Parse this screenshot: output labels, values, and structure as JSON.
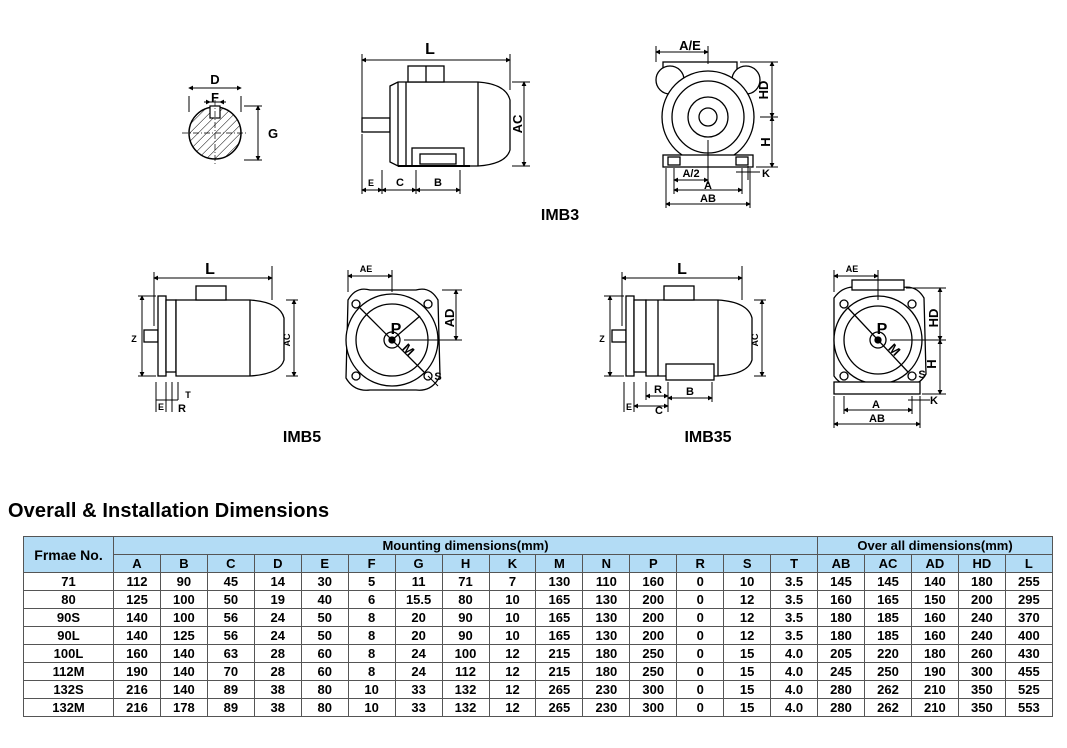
{
  "section_title": "Overall & Installation Dimensions",
  "diagram_captions": {
    "imb3": "IMB3",
    "imb5": "IMB5",
    "imb35": "IMB35"
  },
  "diagram_labels": {
    "shaft": {
      "d": "D",
      "f": "F",
      "g": "G"
    },
    "imb3_side": {
      "l": "L",
      "ac": "AC",
      "e": "E",
      "c": "C",
      "b": "B"
    },
    "imb3_front": {
      "ae": "A/E",
      "hd": "HD",
      "h": "H",
      "a2": "A/2",
      "a": "A",
      "ab": "AB",
      "k": "K"
    },
    "imb5_side": {
      "l": "L",
      "z": "Z",
      "ac": "AC",
      "e": "E",
      "r": "R",
      "t": "T"
    },
    "imb5_front": {
      "ae": "AE",
      "ad": "AD",
      "p": "P",
      "m": "M",
      "s": "S"
    },
    "imb35_side": {
      "l": "L",
      "z": "Z",
      "ac": "AC",
      "e": "E",
      "c": "C",
      "r": "R",
      "b": "B"
    },
    "imb35_front": {
      "ae": "AE",
      "hd": "HD",
      "h": "H",
      "s": "S",
      "p": "P",
      "m": "M",
      "a": "A",
      "ab": "AB",
      "k": "K"
    }
  },
  "table": {
    "frame_header": "Frmae No.",
    "group_mounting": "Mounting dimensions(mm)",
    "group_overall": "Over all dimensions(mm)",
    "mounting_columns": [
      "A",
      "B",
      "C",
      "D",
      "E",
      "F",
      "G",
      "H",
      "K",
      "M",
      "N",
      "P",
      "R",
      "S",
      "T"
    ],
    "overall_columns": [
      "AB",
      "AC",
      "AD",
      "HD",
      "L"
    ],
    "rows": [
      [
        "71",
        "112",
        "90",
        "45",
        "14",
        "30",
        "5",
        "11",
        "71",
        "7",
        "130",
        "110",
        "160",
        "0",
        "10",
        "3.5",
        "145",
        "145",
        "140",
        "180",
        "255"
      ],
      [
        "80",
        "125",
        "100",
        "50",
        "19",
        "40",
        "6",
        "15.5",
        "80",
        "10",
        "165",
        "130",
        "200",
        "0",
        "12",
        "3.5",
        "160",
        "165",
        "150",
        "200",
        "295"
      ],
      [
        "90S",
        "140",
        "100",
        "56",
        "24",
        "50",
        "8",
        "20",
        "90",
        "10",
        "165",
        "130",
        "200",
        "0",
        "12",
        "3.5",
        "180",
        "185",
        "160",
        "240",
        "370"
      ],
      [
        "90L",
        "140",
        "125",
        "56",
        "24",
        "50",
        "8",
        "20",
        "90",
        "10",
        "165",
        "130",
        "200",
        "0",
        "12",
        "3.5",
        "180",
        "185",
        "160",
        "240",
        "400"
      ],
      [
        "100L",
        "160",
        "140",
        "63",
        "28",
        "60",
        "8",
        "24",
        "100",
        "12",
        "215",
        "180",
        "250",
        "0",
        "15",
        "4.0",
        "205",
        "220",
        "180",
        "260",
        "430"
      ],
      [
        "112M",
        "190",
        "140",
        "70",
        "28",
        "60",
        "8",
        "24",
        "112",
        "12",
        "215",
        "180",
        "250",
        "0",
        "15",
        "4.0",
        "245",
        "250",
        "190",
        "300",
        "455"
      ],
      [
        "132S",
        "216",
        "140",
        "89",
        "38",
        "80",
        "10",
        "33",
        "132",
        "12",
        "265",
        "230",
        "300",
        "0",
        "15",
        "4.0",
        "280",
        "262",
        "210",
        "350",
        "525"
      ],
      [
        "132M",
        "216",
        "178",
        "89",
        "38",
        "80",
        "10",
        "33",
        "132",
        "12",
        "265",
        "230",
        "300",
        "0",
        "15",
        "4.0",
        "280",
        "262",
        "210",
        "350",
        "553"
      ]
    ]
  }
}
